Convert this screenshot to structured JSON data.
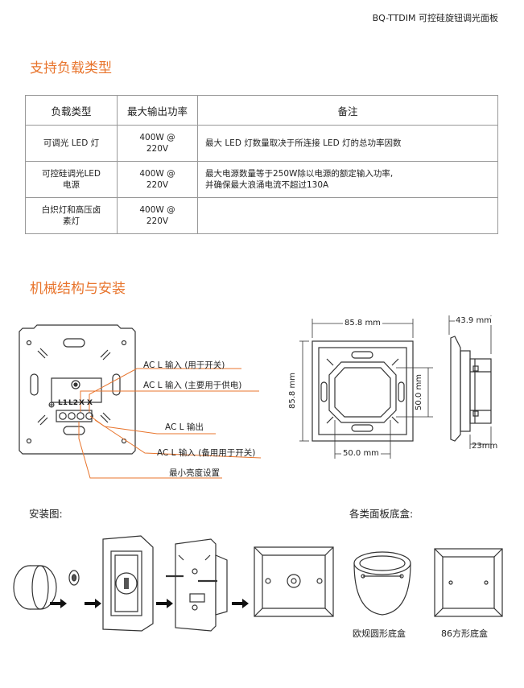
{
  "header": {
    "title": "BQ-TTDIM 可控硅旋钮调光面板"
  },
  "section_load": {
    "title": "支持负载类型",
    "columns": [
      "负载类型",
      "最大输出功率",
      "备注"
    ],
    "rows": [
      {
        "type": "可调光 LED 灯",
        "power_1": "400W @",
        "power_2": "220V",
        "note_1": "最大 LED 灯数量取决于所连接 LED 灯的总功率因数",
        "note_2": ""
      },
      {
        "type_1": "可控硅调光LED",
        "type_2": "电源",
        "power_1": "400W @",
        "power_2": "220V",
        "note_1": "最大电源数量等于250W除以电源的额定输入功率,",
        "note_2": "并确保最大浪涌电流不超过130A"
      },
      {
        "type_1": "白炽灯和高压卤",
        "type_2": "素灯",
        "power_1": "400W @",
        "power_2": "220V",
        "note_1": "",
        "note_2": ""
      }
    ]
  },
  "section_mech": {
    "title": "机械结构与安装",
    "terminals": {
      "l1": "L1",
      "l2": "L2",
      "x1": "X",
      "x2": "X"
    },
    "callouts": {
      "ac_l_in_switch": "AC L 输入 (用于开关)",
      "ac_l_in_power": "AC L 输入 (主要用于供电)",
      "ac_l_out": "AC L 输出",
      "ac_l_in_backup": "AC L 输入 (备用用于开关)",
      "min_brightness": "最小亮度设置"
    },
    "dims": {
      "front_width": "85.8 mm",
      "front_height": "85.8 mm",
      "inner_height": "50.0 mm",
      "inner_width": "50.0 mm",
      "side_depth": "43.9 mm",
      "side_base": "23mm"
    }
  },
  "section_install": {
    "title": "安装图:",
    "boxes_title": "各类面板底盒:",
    "box_round": "欧规圆形底盒",
    "box_square": "86方形底盒"
  },
  "colors": {
    "accent": "#e8742c",
    "line": "#222222"
  }
}
